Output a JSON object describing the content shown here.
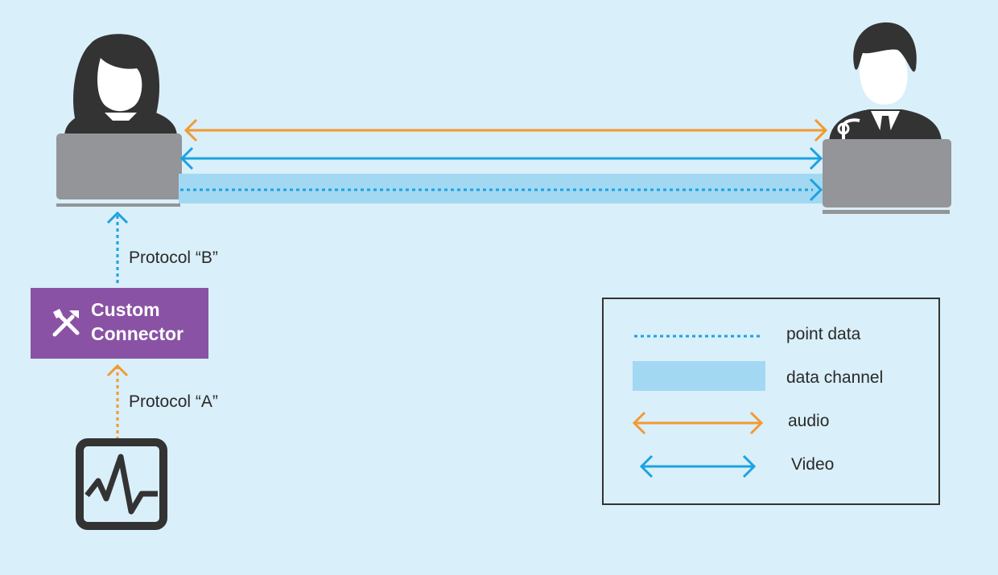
{
  "colors": {
    "background": "#d9eff9",
    "audio": "#f39a30",
    "video": "#1aa3e2",
    "data_channel": "#a3d8f2",
    "connector": "#8a52a5",
    "icon_dark": "#333333",
    "laptop": "#939598"
  },
  "protocols": {
    "b_label": "Protocol “B”",
    "a_label": "Protocol “A”"
  },
  "connector": {
    "line1": "Custom",
    "line2": "Connector",
    "icon": "tools-icon"
  },
  "legend": {
    "point_data": "point data",
    "data_channel": "data channel",
    "audio": "audio",
    "video": "Video"
  },
  "icons": [
    "woman-user-icon",
    "laptop-icon",
    "doctor-user-icon",
    "monitor-icon"
  ]
}
